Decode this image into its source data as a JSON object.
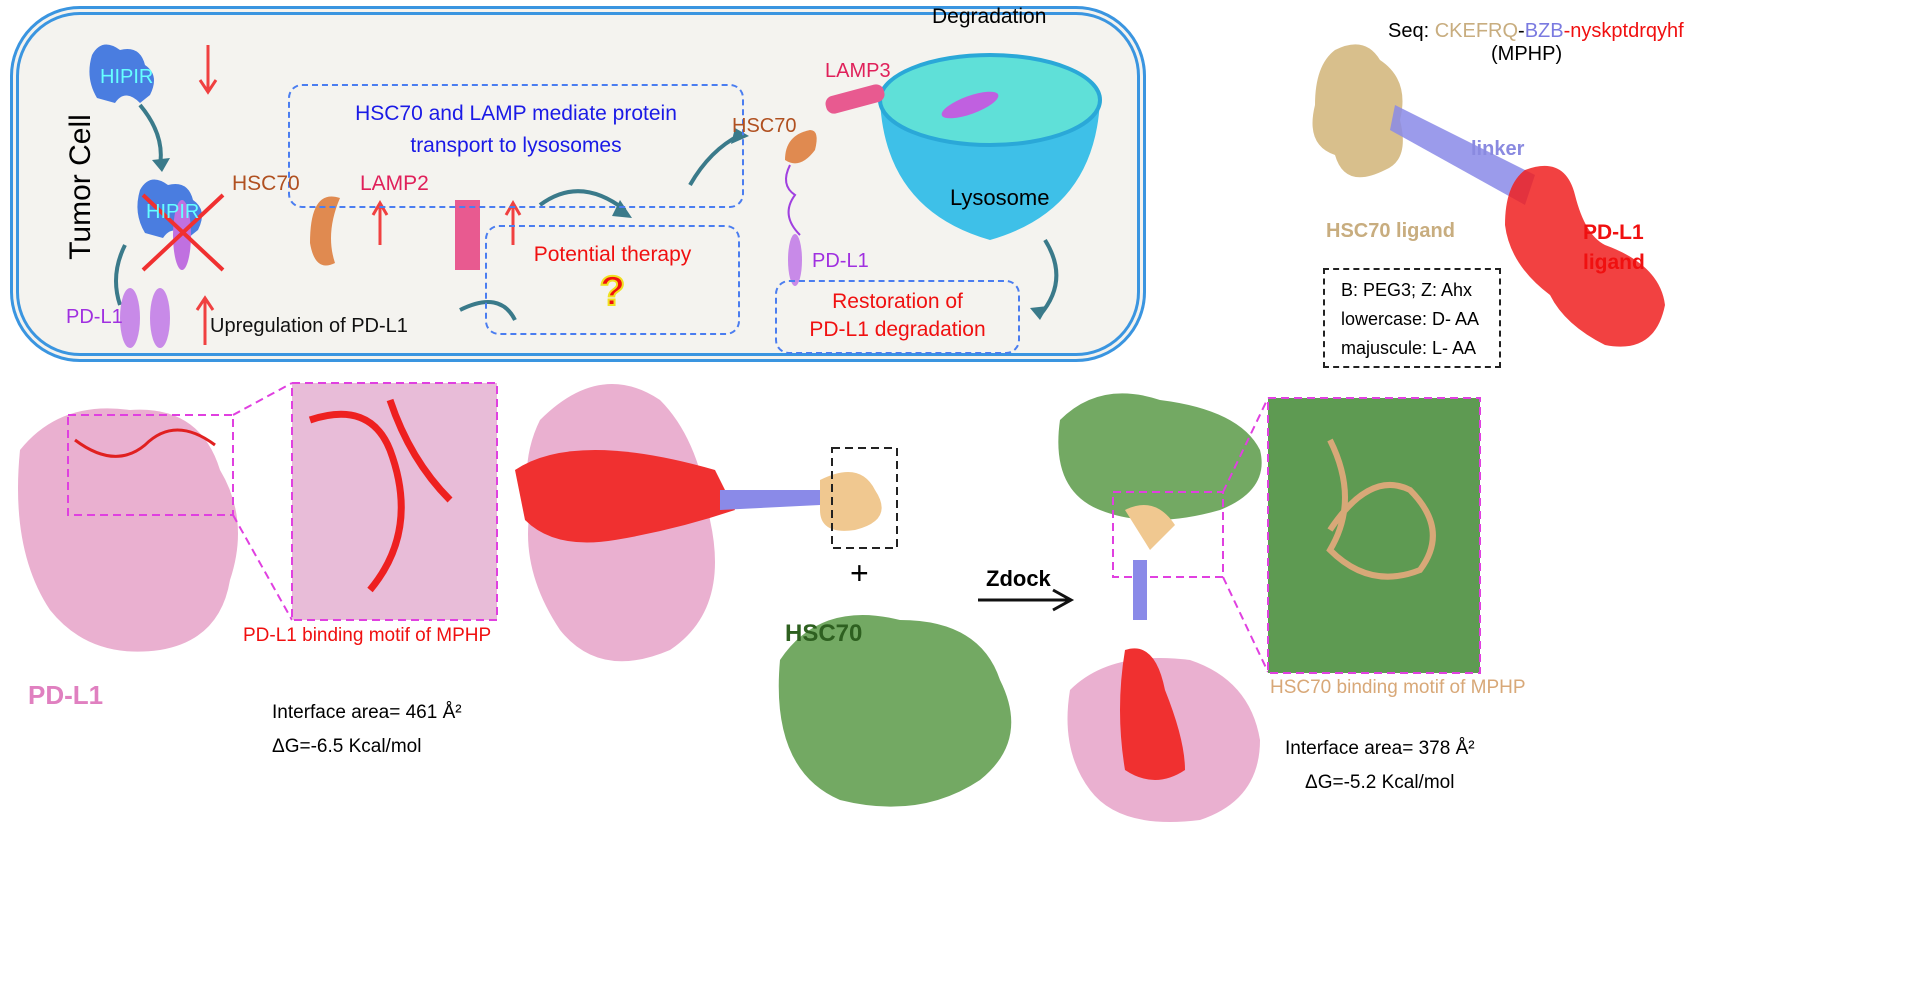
{
  "top": {
    "cell_label": "Tumor Cell",
    "hipir": "HIPIR",
    "hipir_crossed": "HIPIR",
    "pdl1_left": "PD-L1",
    "mediate_box": "HSC70 and LAMP mediate protein transport to lysosomes",
    "hsc70": "HSC70",
    "lamp2": "LAMP2",
    "upregulation": "Upregulation of PD-L1",
    "potential": "Potential therapy",
    "question": "?",
    "degradation": "Degradation",
    "lamp3": "LAMP3",
    "hsc70_right": "HSC70",
    "lysosome": "Lysosome",
    "pdl1_right": "PD-L1",
    "restoration_1": "Restoration of",
    "restoration_2": "PD-L1 degradation"
  },
  "mphp": {
    "seq_prefix": "Seq: ",
    "seq_hsc": "CKEFRQ",
    "seq_dash1": "-",
    "seq_linker": "BZB",
    "seq_pdl1": "-nyskptdrqyhf",
    "name": "(MPHP)",
    "linker": "linker",
    "hsc70_ligand": "HSC70 ligand",
    "pdl1_ligand_1": "PD-L1",
    "pdl1_ligand_2": "ligand",
    "legend": [
      "B: PEG3; Z: Ahx",
      "lowercase: D- AA",
      "majuscule: L- AA"
    ]
  },
  "bottom": {
    "pdl1_label": "PD-L1",
    "pdl1_motif": "PD-L1 binding motif of MPHP",
    "interface_left": "Interface area= 461 Å²",
    "dg_left": "ΔG=-6.5 Kcal/mol",
    "plus": "+",
    "hsc70_label": "HSC70",
    "zdock": "Zdock",
    "hsc70_motif": "HSC70 binding motif of MPHP",
    "interface_right": "Interface area= 378 Å²",
    "dg_right": "ΔG=-5.2 Kcal/mol"
  },
  "colors": {
    "blue_text": "#1a1ae6",
    "red": "#ff1a1a",
    "tan": "#c8ad7f",
    "linker": "#8080e0",
    "pink": "#e8a3cc",
    "green": "#4e8a3e",
    "magenta": "#e040e0"
  }
}
